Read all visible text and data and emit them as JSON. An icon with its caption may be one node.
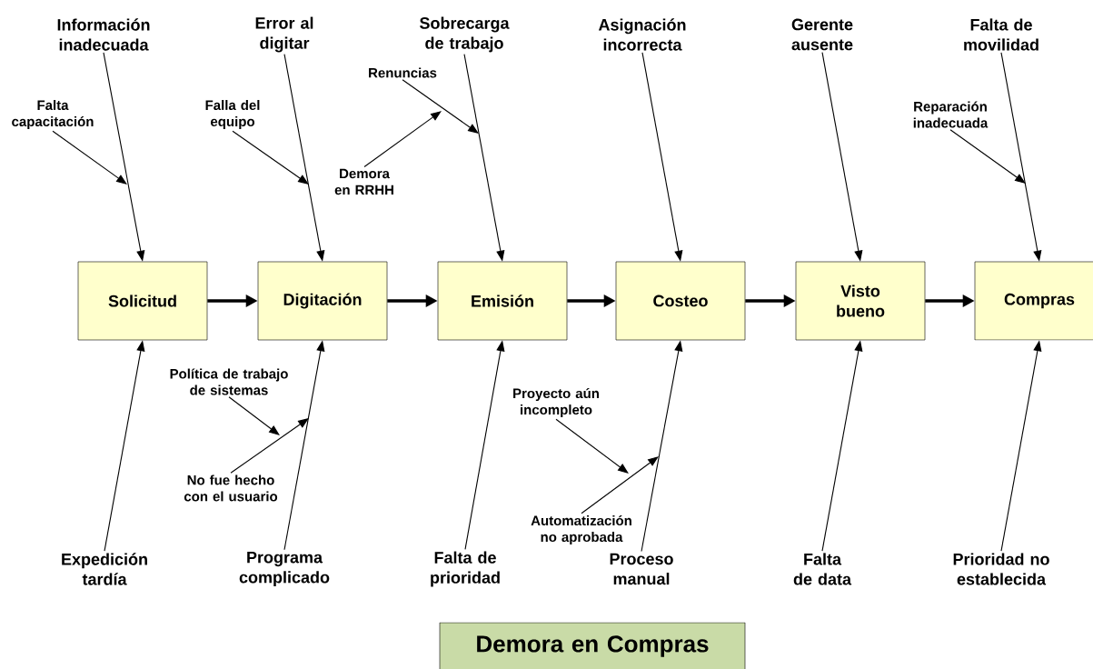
{
  "diagram": {
    "nodes": [
      {
        "text": [
          "Solicitud"
        ]
      },
      {
        "text": [
          "Digitación"
        ]
      },
      {
        "text": [
          "Emisión"
        ]
      },
      {
        "text": [
          "Costeo"
        ]
      },
      {
        "text": [
          "Visto bueno"
        ]
      },
      {
        "text": [
          "Compras"
        ]
      },
      {
        "text": [
          "Demora en Compras"
        ]
      },
      {
        "text": [
          "Información inadecuada"
        ]
      },
      {
        "text": [
          "Error al digitar"
        ]
      },
      {
        "text": [
          "Sobrecarga de trabajo"
        ]
      },
      {
        "text": [
          "Asignación incorrecta"
        ]
      },
      {
        "text": [
          "Gerente ausente"
        ]
      },
      {
        "text": [
          "Falta de movilidad"
        ]
      },
      {
        "text": [
          "Expedición tardía"
        ]
      },
      {
        "text": [
          "Programa complicado"
        ]
      },
      {
        "text": [
          "Falta de prioridad"
        ]
      },
      {
        "text": [
          "Proceso manual"
        ]
      },
      {
        "text": [
          "Falta de data"
        ]
      },
      {
        "text": [
          "Prioridad no establecida"
        ]
      },
      {
        "text": [
          "Falta capacitación"
        ]
      },
      {
        "text": [
          "Falla del equipo"
        ]
      },
      {
        "text": [
          "Renuncias"
        ]
      },
      {
        "text": [
          "Demora en RRHH"
        ]
      },
      {
        "text": [
          "Reparación inadecuada"
        ]
      },
      {
        "text": [
          "Política de trabajo de sistemas"
        ]
      },
      {
        "text": [
          "No fue hecho con el usuario"
        ]
      },
      {
        "text": [
          "Proyecto aún incompleto"
        ]
      },
      {
        "text": [
          "Automatización no aprobada"
        ]
      }
    ],
    "edges": [
      {
        "from": 0,
        "to": 1,
        "arrow": "to",
        "style": "thick"
      },
      {
        "from": 1,
        "to": 2,
        "arrow": "to",
        "style": "thick"
      },
      {
        "from": 2,
        "to": 3,
        "arrow": "to",
        "style": "thick"
      },
      {
        "from": 3,
        "to": 4,
        "arrow": "to",
        "style": "thick"
      },
      {
        "from": 4,
        "to": 5,
        "arrow": "to",
        "style": "thick"
      },
      {
        "from": 7,
        "to": 0,
        "arrow": "to"
      },
      {
        "from": 8,
        "to": 1,
        "arrow": "to"
      },
      {
        "from": 9,
        "to": 2,
        "arrow": "to"
      },
      {
        "from": 10,
        "to": 3,
        "arrow": "to"
      },
      {
        "from": 11,
        "to": 4,
        "arrow": "to"
      },
      {
        "from": 12,
        "to": 5,
        "arrow": "to"
      },
      {
        "from": 13,
        "to": 0,
        "arrow": "to"
      },
      {
        "from": 14,
        "to": 1,
        "arrow": "to"
      },
      {
        "from": 15,
        "to": 2,
        "arrow": "to"
      },
      {
        "from": 16,
        "to": 3,
        "arrow": "to"
      },
      {
        "from": 17,
        "to": 4,
        "arrow": "to"
      },
      {
        "from": 18,
        "to": 5,
        "arrow": "to"
      },
      {
        "from": 19,
        "to": null,
        "arrow": "to"
      },
      {
        "from": 20,
        "to": null,
        "arrow": "to"
      },
      {
        "from": 21,
        "to": null,
        "arrow": "to"
      },
      {
        "from": 22,
        "to": null,
        "arrow": "to"
      },
      {
        "from": 23,
        "to": null,
        "arrow": "to"
      },
      {
        "from": 24,
        "to": null,
        "arrow": "to"
      },
      {
        "from": 25,
        "to": null,
        "arrow": "to"
      },
      {
        "from": 26,
        "to": null,
        "arrow": "to"
      },
      {
        "from": 27,
        "to": null,
        "arrow": "to"
      }
    ]
  }
}
